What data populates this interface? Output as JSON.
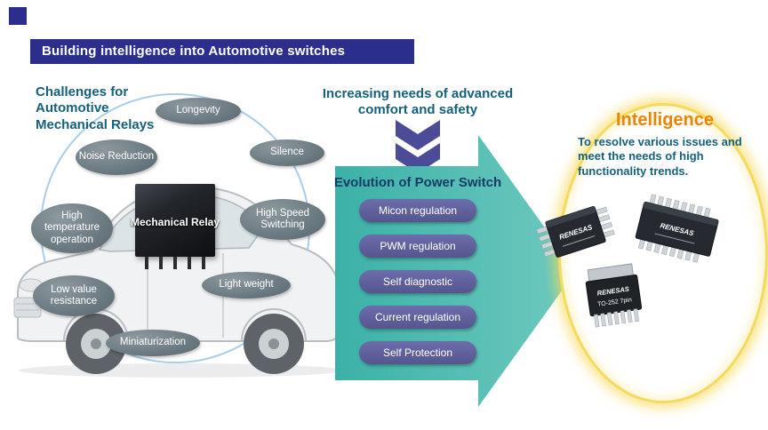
{
  "banner": {
    "title": "Building intelligence into Automotive switches"
  },
  "challenges": {
    "heading": "Challenges for Automotive Mechanical Relays",
    "relay_label": "Mechanical Relay",
    "bubbles": [
      "Longevity",
      "Noise Reduction",
      "Silence",
      "High temperature operation",
      "High Speed Switching",
      "Low value resistance",
      "Light weight",
      "Miniaturization"
    ]
  },
  "needs": {
    "heading": "Increasing needs of advanced comfort and safety"
  },
  "evolution": {
    "heading": "Evolution of Power Switch",
    "features": [
      "Micon regulation",
      "PWM regulation",
      "Self diagnostic",
      "Current regulation",
      "Self Protection"
    ]
  },
  "intelligence": {
    "heading": "Intelligence",
    "description": "To resolve various issues and meet the needs of high functionality trends.",
    "chips": [
      {
        "brand": "RENESAS"
      },
      {
        "brand": "RENESAS"
      },
      {
        "brand": "RENESAS",
        "package": "TO-252 7pin"
      }
    ]
  },
  "colors": {
    "banner_bg": "#2b2e8c",
    "heading_teal": "#14607d",
    "bubble_gray": "#6b7980",
    "arrow_teal": "#3eb4ab",
    "pill_purple": "#5a5b9e",
    "chevron_purple": "#4c4b97",
    "accent_orange": "#ef8200",
    "glow_yellow": "#f5da60"
  }
}
